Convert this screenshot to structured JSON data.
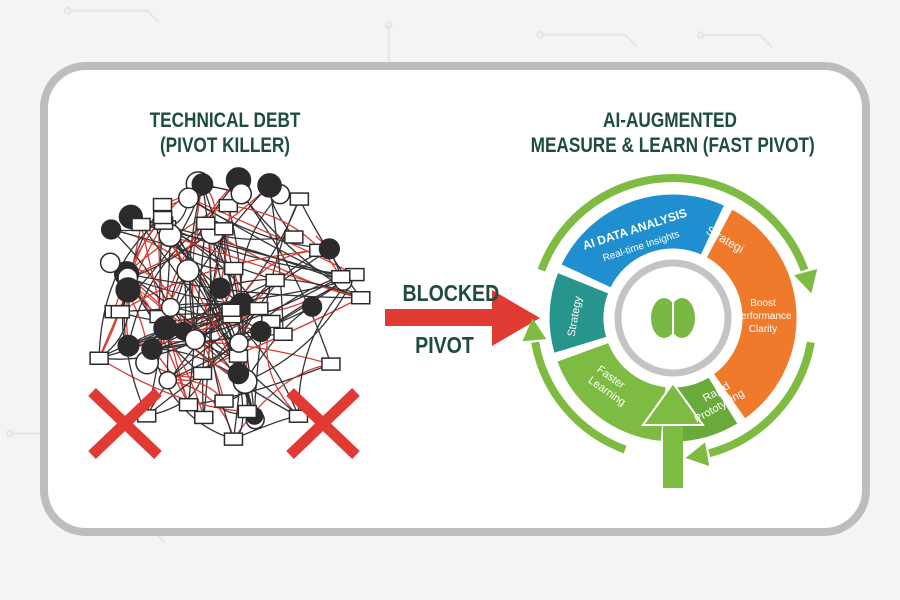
{
  "left": {
    "title_line1": "TECHNICAL DEBT",
    "title_line2": "(PIVOT KILLER)",
    "cross_icons": 2
  },
  "middle": {
    "label_top": "BLOCKED",
    "label_bottom": "PIVOT"
  },
  "right": {
    "title_line1": "AI-AUGMENTED",
    "title_line2": "MEASURE & LEARN (FAST PIVOT)",
    "segments": [
      {
        "title": "AI DATA ANALYSIS",
        "subtitle": "Real-time Insights",
        "color": "#1f8fcf"
      },
      {
        "title": "Strategi",
        "subtitle": "Boost Performance Clarity",
        "color": "#ef7a2c"
      },
      {
        "title": "Rapid Prototyping",
        "color": "#6aaa3a"
      },
      {
        "title": "Faster Learning",
        "color": "#7dbb42"
      },
      {
        "title": "Strategy",
        "color": "#27958c"
      }
    ],
    "center_icon": "brain-icon"
  },
  "colors": {
    "title": "#1e4d3b",
    "blocked_arrow": "#e03a33",
    "cycle_green": "#7dbb42",
    "card_border": "#bdbdbd"
  }
}
